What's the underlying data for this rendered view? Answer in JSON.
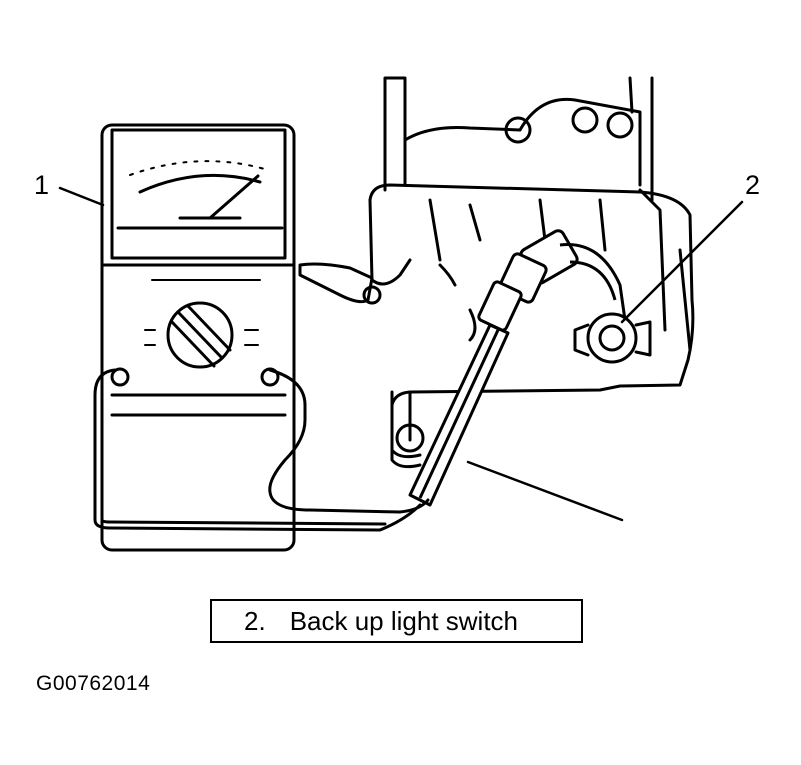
{
  "callouts": [
    {
      "number": "1",
      "name": "multimeter"
    },
    {
      "number": "2",
      "name": "back-up-light-switch"
    }
  ],
  "legend": {
    "number": "2.",
    "text": "Back up light switch"
  },
  "figure_code": "G00762014"
}
